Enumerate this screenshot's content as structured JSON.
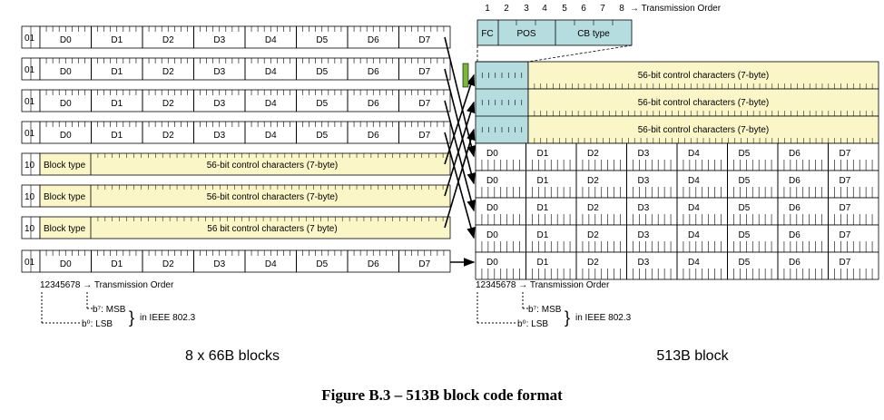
{
  "left": {
    "rows": [
      {
        "sync": "01",
        "type": "data",
        "bytes": [
          "D0",
          "D1",
          "D2",
          "D3",
          "D4",
          "D5",
          "D6",
          "D7"
        ]
      },
      {
        "sync": "01",
        "type": "data",
        "bytes": [
          "D0",
          "D1",
          "D2",
          "D3",
          "D4",
          "D5",
          "D6",
          "D7"
        ]
      },
      {
        "sync": "01",
        "type": "data",
        "bytes": [
          "D0",
          "D1",
          "D2",
          "D3",
          "D4",
          "D5",
          "D6",
          "D7"
        ]
      },
      {
        "sync": "01",
        "type": "data",
        "bytes": [
          "D0",
          "D1",
          "D2",
          "D3",
          "D4",
          "D5",
          "D6",
          "D7"
        ]
      },
      {
        "sync": "10",
        "type": "control",
        "block_type": "Block type",
        "text": "56-bit control characters (7-byte)"
      },
      {
        "sync": "10",
        "type": "control",
        "block_type": "Block type",
        "text": "56-bit control characters (7-byte)"
      },
      {
        "sync": "10",
        "type": "control",
        "block_type": "Block type",
        "text": "56 bit control characters (7 byte)"
      },
      {
        "sync": "01",
        "type": "data",
        "bytes": [
          "D0",
          "D1",
          "D2",
          "D3",
          "D4",
          "D5",
          "D6",
          "D7"
        ]
      }
    ],
    "order_label": "12345678 → Transmission Order",
    "msb": "b⁷: MSB",
    "lsb": "b⁰: LSB",
    "ieee": "in IEEE 802.3",
    "title": "8 x 66B blocks"
  },
  "right": {
    "header_numbers": [
      "1",
      "2",
      "3",
      "4",
      "5",
      "6",
      "7",
      "8"
    ],
    "header_label": "→ Transmission Order",
    "header_fields": [
      "FC",
      "POS",
      "CB type"
    ],
    "control_rows": [
      "56-bit control characters (7-byte)",
      "56-bit control characters (7-byte)",
      "56-bit control characters (7-byte)"
    ],
    "data_rows": [
      [
        "D0",
        "D1",
        "D2",
        "D3",
        "D4",
        "D5",
        "D6",
        "D7"
      ],
      [
        "D0",
        "D1",
        "D2",
        "D3",
        "D4",
        "D5",
        "D6",
        "D7"
      ],
      [
        "D0",
        "D1",
        "D2",
        "D3",
        "D4",
        "D5",
        "D6",
        "D7"
      ],
      [
        "D0",
        "D1",
        "D2",
        "D3",
        "D4",
        "D5",
        "D6",
        "D7"
      ],
      [
        "D0",
        "D1",
        "D2",
        "D3",
        "D4",
        "D5",
        "D6",
        "D7"
      ]
    ],
    "order_label": "12345678 → Transmission Order",
    "msb": "b⁷: MSB",
    "lsb": "b⁰: LSB",
    "ieee": "in IEEE 802.3",
    "title": "513B block"
  },
  "caption": "Figure B.3 – 513B block code format",
  "colors": {
    "control_fill": "#fbf6c8",
    "header_fill": "#b5dde0",
    "marker_fill": "#7ab83a"
  }
}
